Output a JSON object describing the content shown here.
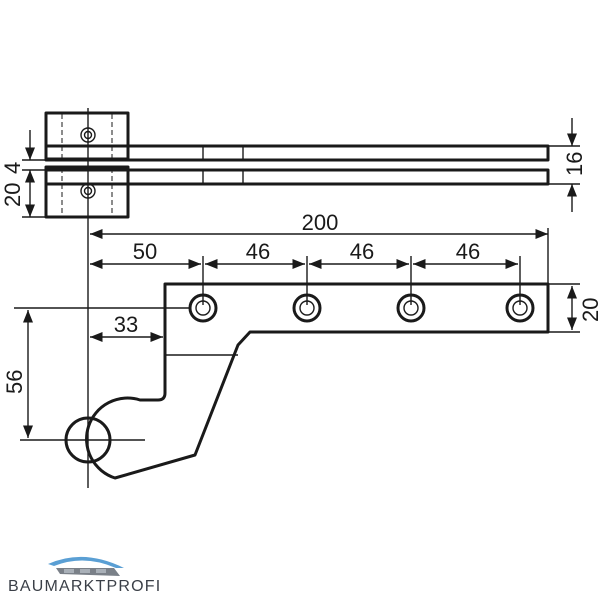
{
  "dimensions": {
    "total_length": "200",
    "first_hole_offset": "50",
    "hole_spacing_1": "46",
    "hole_spacing_2": "46",
    "hole_spacing_3": "46",
    "arm_width": "20",
    "pivot_offset": "33",
    "pivot_drop": "56",
    "plate_gap_left": "4",
    "plate_height_left": "20",
    "plate_height_right": "16"
  },
  "logo": {
    "text": "BAUMARKTPROFI",
    "colors": {
      "swoosh": "#5a9fd4",
      "roof": "#7a8088",
      "text": "#3a3f47"
    }
  }
}
